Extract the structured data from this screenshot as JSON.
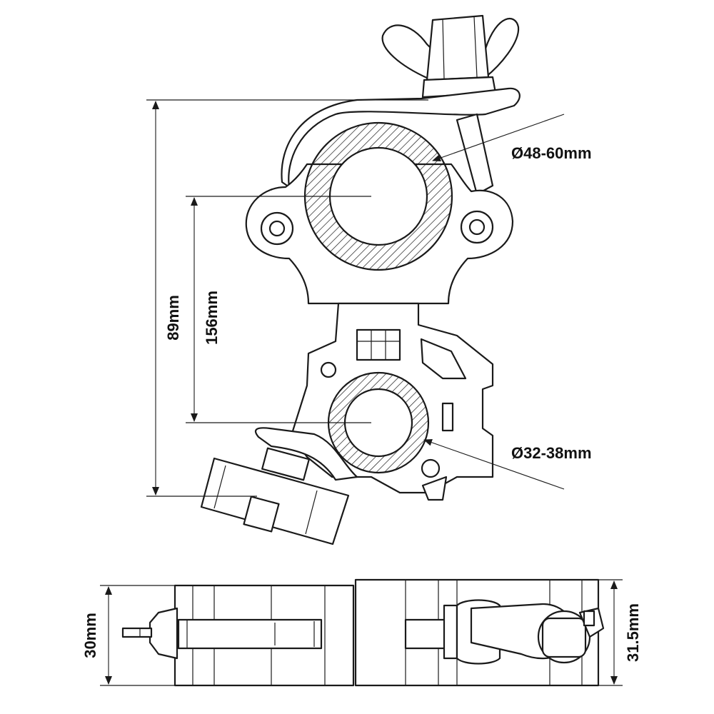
{
  "dimensions": {
    "outer_tube": "Ø48-60mm",
    "inner_tube": "Ø32-38mm",
    "height_overall": "89mm",
    "center_distance": "156mm",
    "width_left": "30mm",
    "width_right": "31.5mm"
  },
  "colors": {
    "ink": "#1a1a1a",
    "background": "#ffffff"
  }
}
